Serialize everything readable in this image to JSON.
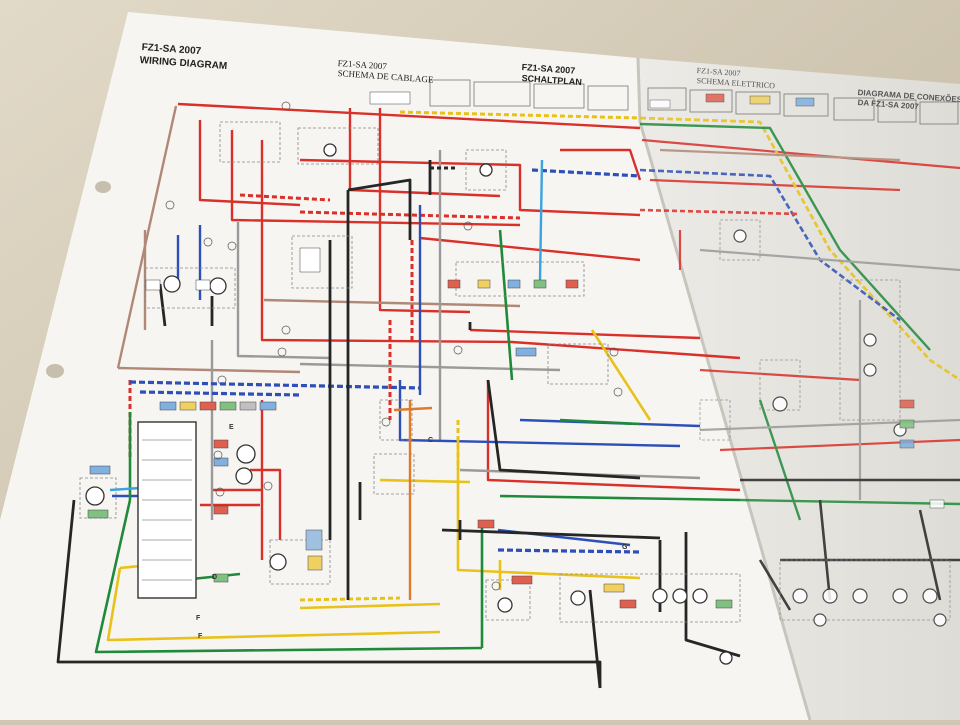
{
  "page_left": {
    "model": "FZ1-SA 2007",
    "title_en": "WIRING DIAGRAM",
    "title_fr": "SCHEMA DE CABLAGE",
    "title_de": "SCHALTPLAN"
  },
  "page_right": {
    "title_it": "SCHEMA ELETTRICO",
    "title_pt": "DIAGRAMA DE CONEXÕES",
    "title_pt_sub": "DA FZ1-SA 2007"
  },
  "wire_colors": {
    "red": "#d9302a",
    "yellow": "#e8c21a",
    "blue": "#2e4fb8",
    "green": "#1f8a3a",
    "black": "#262626",
    "grey": "#9a9a9a",
    "brown": "#a0705a",
    "orange": "#e07a2a",
    "sky": "#3aa2e0",
    "pink": "#e06a8a"
  },
  "connector_labels": [
    "C",
    "D",
    "E",
    "F",
    "F",
    "G"
  ]
}
